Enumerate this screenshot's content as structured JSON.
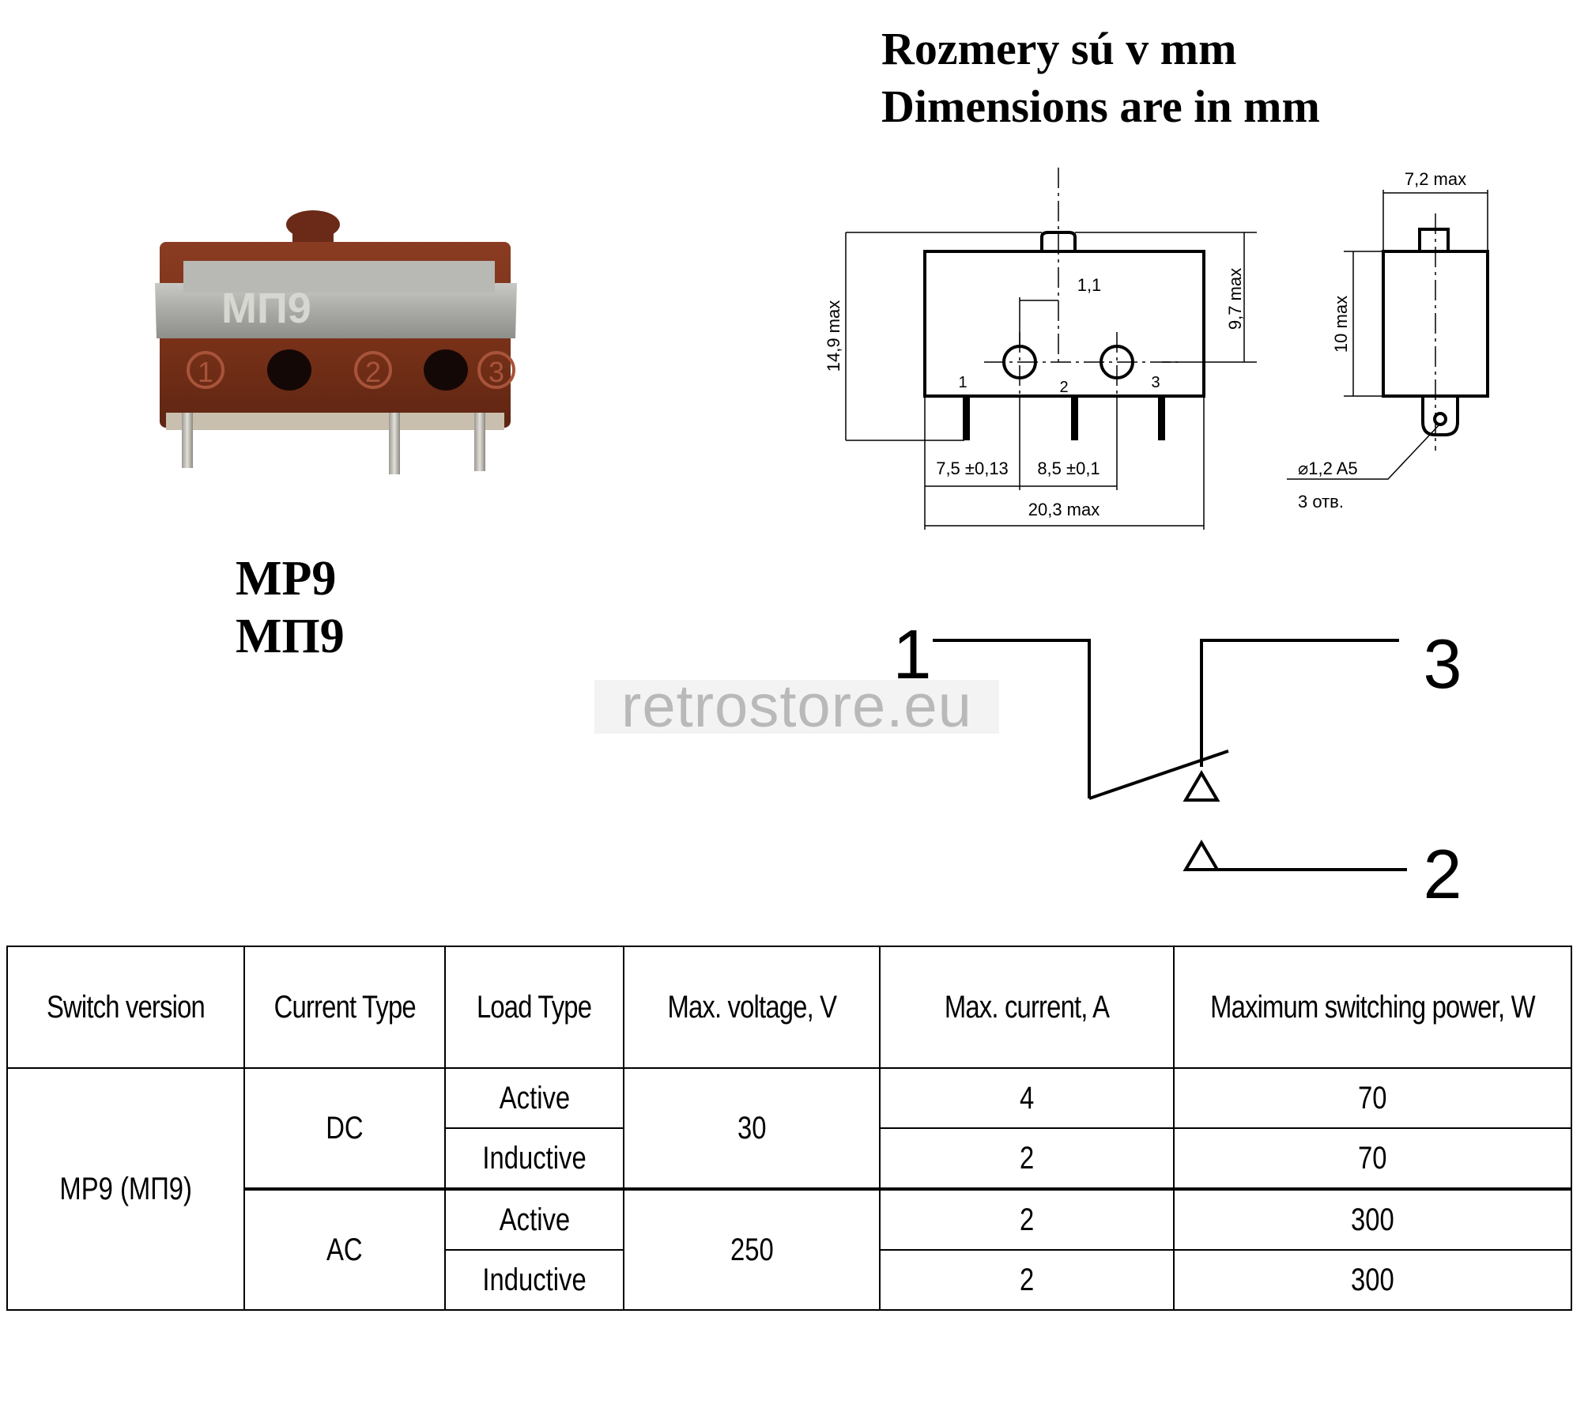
{
  "header": {
    "line1": "Rozmery sú v mm",
    "line2": "Dimensions are in mm"
  },
  "model": {
    "latin": "MP9",
    "cyrillic": "МП9"
  },
  "photo": {
    "label": "МП9",
    "pin_numbers": [
      "1",
      "2",
      "3"
    ]
  },
  "watermark": "retrostore.eu",
  "drawing": {
    "front": {
      "height_max": "14,9 max",
      "body_height_max": "9,7 max",
      "offset": "1,1",
      "pin_spacing_1": "7,5 ±0,13",
      "pin_spacing_2": "8,5 ±0,1",
      "length_max": "20,3 max",
      "pins": [
        "1",
        "2",
        "3"
      ]
    },
    "side": {
      "width_max": "7,2 max",
      "height_max": "10 max",
      "hole_spec": "⌀1,2 A5",
      "hole_count": "3 отв."
    }
  },
  "schematic": {
    "terminals": [
      "1",
      "3",
      "2"
    ]
  },
  "table": {
    "headers": [
      "Switch version",
      "Current Type",
      "Load Type",
      "Max. voltage, V",
      "Max. current, A",
      "Maximum switching power, W"
    ],
    "version": "MP9 (МП9)",
    "groups": [
      {
        "current_type": "DC",
        "voltage": "30",
        "rows": [
          {
            "load": "Active",
            "current": "4",
            "power": "70"
          },
          {
            "load": "Inductive",
            "current": "2",
            "power": "70"
          }
        ]
      },
      {
        "current_type": "AC",
        "voltage": "250",
        "rows": [
          {
            "load": "Active",
            "current": "2",
            "power": "300"
          },
          {
            "load": "Inductive",
            "current": "2",
            "power": "300"
          }
        ]
      }
    ]
  }
}
